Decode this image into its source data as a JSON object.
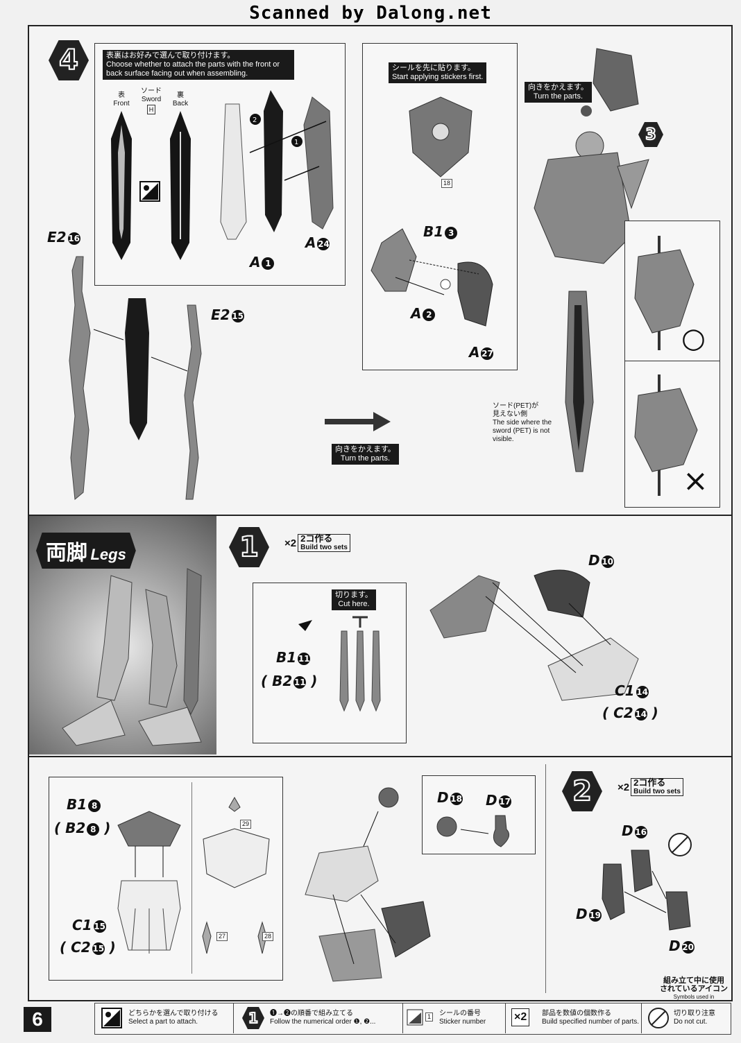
{
  "header": {
    "scanned_by": "Scanned by Dalong.net"
  },
  "step4": {
    "step_number": "4",
    "note_jp": "表裏はお好みで選んで取り付けます。",
    "note_en": "Choose whether to attach the parts with the front or back surface facing out when assembling.",
    "front_jp": "表",
    "front_en": "Front",
    "sword_jp": "ソード",
    "sword_en": "Sword",
    "sword_part": "H",
    "back_jp": "裏",
    "back_en": "Back",
    "sticker_box_jp": "シールを先に貼ります。",
    "sticker_box_en": "Start applying stickers first.",
    "sticker_num": "18",
    "turn_jp": "向きをかえます。",
    "turn_en": "Turn the parts.",
    "turn2_jp": "向きをかえます。",
    "turn2_en": "Turn the parts.",
    "side_note_jp1": "ソード(PET)が",
    "side_note_jp2": "見えない側",
    "side_note_en": "The side where the sword (PET) is not visible.",
    "ok_symbol": "○",
    "ng_symbol": "×",
    "parts": {
      "e2_16": "E2",
      "e2_15": "E2",
      "a1": "A",
      "a24": "A",
      "b1_3": "B1",
      "a2": "A",
      "a27": "A",
      "ref3": "3"
    }
  },
  "legs": {
    "title_jp": "両脚",
    "title_en": "Legs",
    "step1": {
      "number": "1",
      "mult": "×2",
      "sets_jp": "2コ作る",
      "sets_en": "Build two sets",
      "cut_jp": "切ります。",
      "cut_en": "Cut here.",
      "b1_11": "B1",
      "b2_11": "B2",
      "d10": "D",
      "c1_14": "C1",
      "c2_14": "C2"
    },
    "step_lower": {
      "b1_8": "B1",
      "b2_8": "B2",
      "c1_15": "C1",
      "c2_15": "C2",
      "sticker_27": "27",
      "sticker_28": "28",
      "sticker_29": "29",
      "d18": "D",
      "d17": "D"
    },
    "step2": {
      "number": "2",
      "mult": "×2",
      "sets_jp": "2コ作る",
      "sets_en": "Build two sets",
      "d16": "D",
      "d19": "D",
      "d20": "D"
    }
  },
  "footer": {
    "page_number": "6",
    "icons_title_jp1": "組み立て中に使用",
    "icons_title_jp2": "されているアイコン",
    "icons_title_en": "Symbols used in instructions",
    "legend": [
      {
        "jp": "どちらかを選んで取り付ける",
        "en": "Select a part to attach."
      },
      {
        "jp": "❶→❷の順番で組み立てる",
        "en": "Follow the numerical order ❶, ❷..."
      },
      {
        "jp": "シールの番号",
        "en": "Sticker number"
      },
      {
        "jp": "部品を数値の個数作る",
        "en": "Build specified number of parts."
      },
      {
        "jp": "切り取り注意",
        "en": "Do not cut."
      }
    ],
    "legend_sticker_num": "1",
    "legend_x2": "×2",
    "legend_step": "1"
  }
}
